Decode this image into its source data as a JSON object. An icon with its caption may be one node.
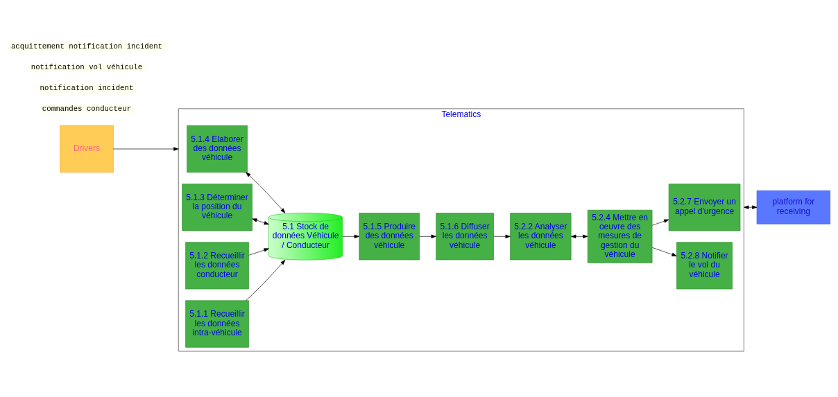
{
  "diagram": {
    "nodes": [
      {
        "text": [
          "Drivers"
        ]
      },
      {
        "text": [
          "Telematics"
        ]
      },
      {
        "text": [
          "5.1.4 Elaborer des données véhicule"
        ],
        "in": 1
      },
      {
        "text": [
          "5.1.5 Produire des données véhicule"
        ],
        "in": 1
      },
      {
        "text": [
          "5.1.6 Diffuser les données véhicule"
        ],
        "in": 1
      },
      {
        "text": [
          "5.2.2 Analyser les données véhicule"
        ],
        "in": 1
      },
      {
        "text": [
          "5.2.8 Notifier le vol du véhicule"
        ],
        "in": 1
      },
      {
        "text": [
          "5.1.3 Déterminer la position du véhicule"
        ],
        "in": 1
      },
      {
        "text": [
          "5.1.2 Recueillir les données conducteur"
        ],
        "in": 1
      },
      {
        "text": [
          "5.1 Stock de données Véhicule / Conducteur"
        ],
        "in": 1
      },
      {
        "text": [
          "5.1.1 Recueillir les données intra-véhicule"
        ],
        "in": 1
      },
      {
        "text": [
          "5.2.4 Mettre en oeuvre des mesures de gestion du véhicule"
        ],
        "in": 1
      },
      {
        "text": [
          "5.2.7 Envoyer un appel d'urgence"
        ],
        "in": 1
      },
      {
        "text": [
          "platform for receiving"
        ]
      }
    ],
    "edges": [
      {
        "from": 0,
        "to": 1,
        "arrow": "to"
      },
      {
        "from": 2,
        "to": 9,
        "arrow": "both"
      },
      {
        "from": 7,
        "to": 9,
        "arrow": "both"
      },
      {
        "from": 9,
        "to": 3,
        "arrow": "to"
      },
      {
        "from": 3,
        "to": 4,
        "arrow": "to"
      },
      {
        "from": 4,
        "to": 5,
        "arrow": "to"
      },
      {
        "from": 5,
        "to": 11,
        "arrow": "both"
      },
      {
        "from": 11,
        "to": 6,
        "arrow": "to"
      },
      {
        "from": 11,
        "to": 12,
        "arrow": "to"
      },
      {
        "from": 8,
        "to": 9,
        "arrow": "to"
      },
      {
        "from": 10,
        "to": 9,
        "arrow": "to"
      },
      {
        "from": 1,
        "to": 13,
        "arrow": "both"
      }
    ],
    "labels": [
      "commandes conducteur",
      "notification incident",
      "notification vol véhicule",
      "acquittement notification incident"
    ]
  }
}
